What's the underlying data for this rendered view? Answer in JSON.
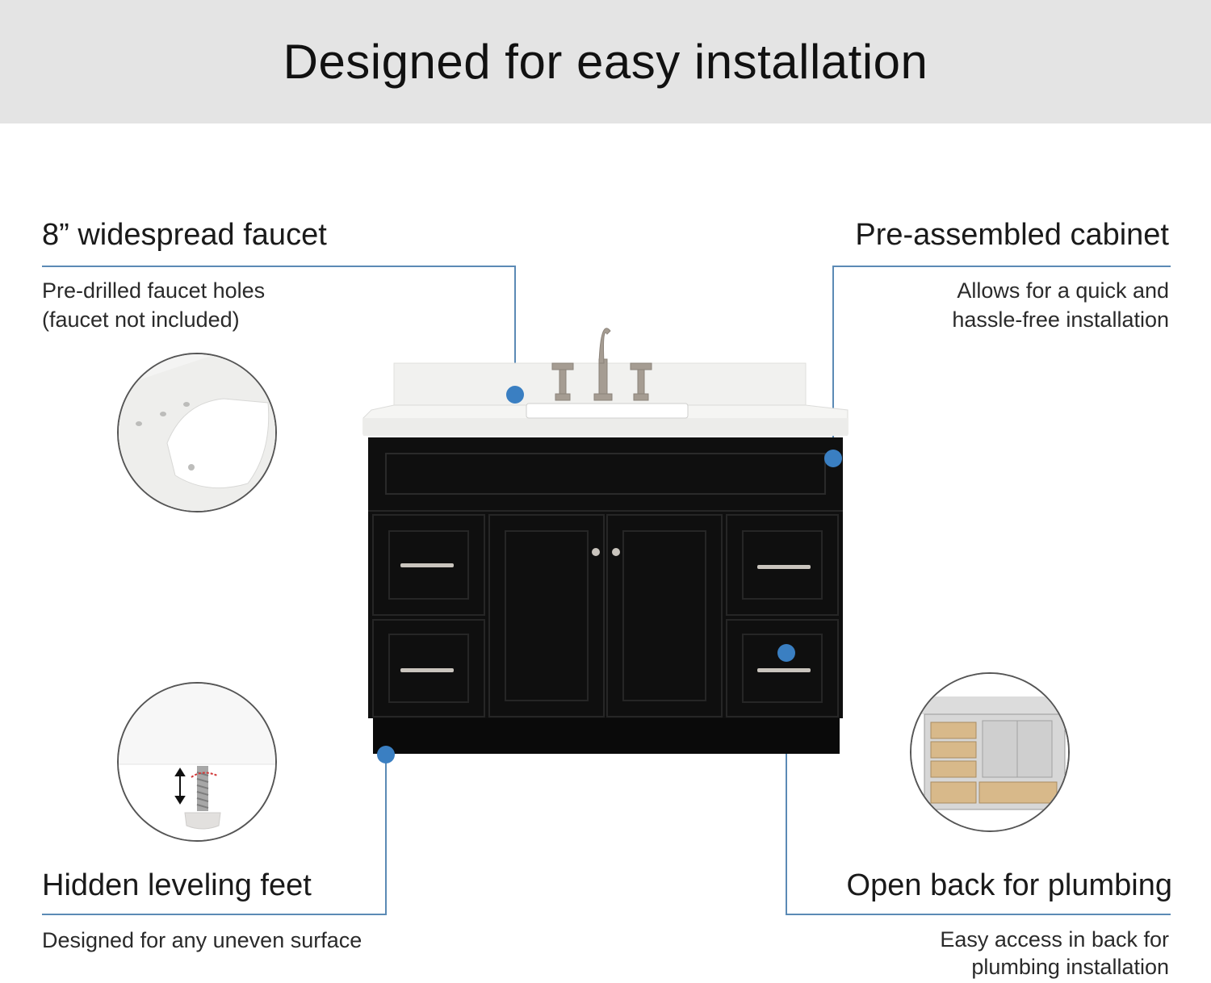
{
  "banner": {
    "title": "Designed for easy installation"
  },
  "features": {
    "faucet": {
      "title": "8” widespread faucet",
      "desc": [
        "Pre-drilled faucet holes",
        "(faucet not included)"
      ]
    },
    "cabinet": {
      "title": "Pre-assembled cabinet",
      "desc": [
        "Allows for  a quick and",
        "hassle-free installation"
      ]
    },
    "feet": {
      "title": "Hidden leveling feet",
      "desc": [
        "Designed for any uneven surface"
      ]
    },
    "plumbing": {
      "title": "Open back for plumbing",
      "desc": [
        "Easy access in back for",
        "plumbing installation"
      ]
    }
  },
  "colors": {
    "accent": "#3a7fc2",
    "leader_line": "#5b8ab5",
    "cabinet": "#0f0f0f",
    "countertop": "#f3f3f1",
    "banner_bg": "#e4e4e4"
  },
  "icons": [
    "sink-detail-icon",
    "leveling-foot-icon",
    "open-back-icon",
    "faucet-icon"
  ]
}
